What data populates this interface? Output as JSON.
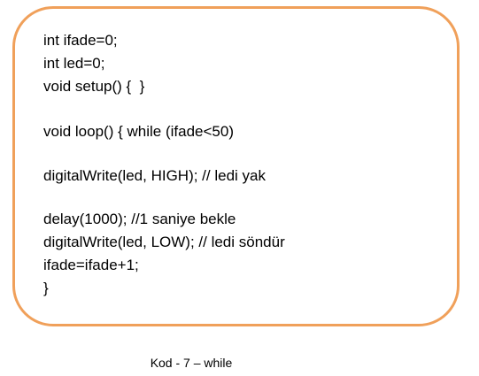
{
  "code": {
    "lines": [
      "int ifade=0;",
      "int led=0;",
      "void setup() {  }",
      "void loop() { while (ifade<50)",
      "digitalWrite(led, HIGH); // ledi yak",
      "delay(1000); //1 saniye bekle",
      "digitalWrite(led, LOW); // ledi söndür",
      "ifade=ifade+1;",
      "}"
    ]
  },
  "caption": "Kod - 7 – while",
  "colors": {
    "border": "#f0a05a",
    "text": "#000000",
    "background": "#ffffff"
  }
}
